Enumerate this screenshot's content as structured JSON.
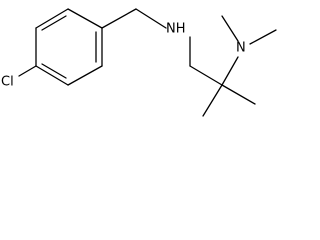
{
  "molecule": {
    "atoms": {
      "chlorine": "Cl",
      "amine": "NH",
      "dimethylamine": "N"
    }
  }
}
